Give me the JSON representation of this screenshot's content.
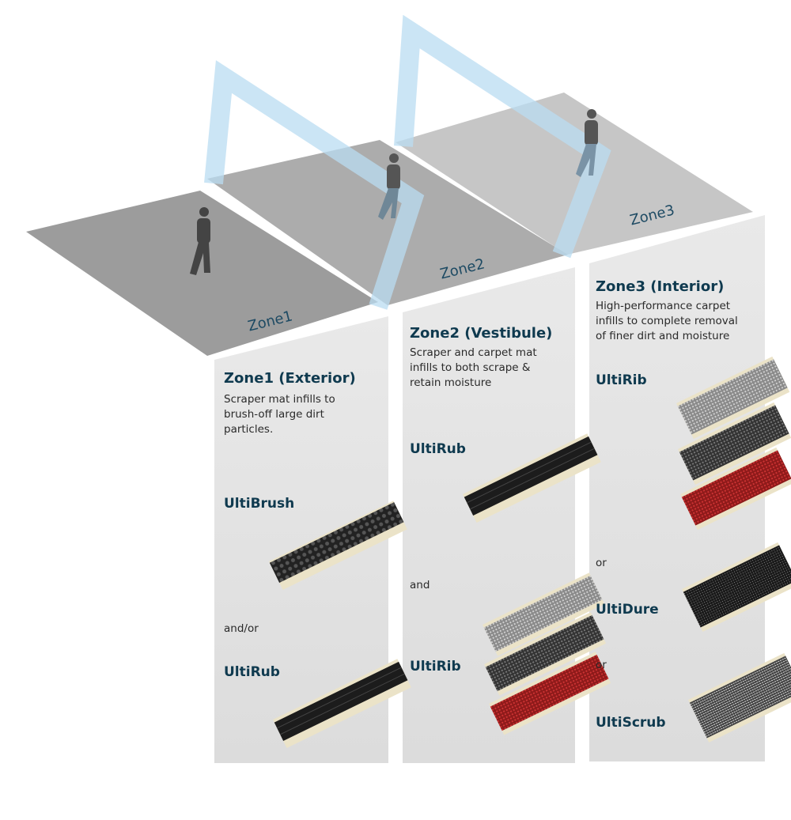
{
  "floors": [
    {
      "label": "Zone1"
    },
    {
      "label": "Zone2"
    },
    {
      "label": "Zone3"
    }
  ],
  "zones": [
    {
      "title": "Zone1 (Exterior)",
      "desc": [
        "Scraper mat infills to",
        "brush-off large dirt",
        "particles."
      ],
      "products": [
        "UltiBrush",
        "UltiRub"
      ],
      "connectors": [
        "and/or"
      ]
    },
    {
      "title": "Zone2 (Vestibule)",
      "desc": [
        "Scraper and carpet mat",
        "infills to both scrape &",
        "retain moisture"
      ],
      "products": [
        "UltiRub",
        "UltiRib"
      ],
      "connectors": [
        "and"
      ]
    },
    {
      "title": "Zone3 (Interior)",
      "desc": [
        "High-performance carpet",
        "infills to complete removal",
        "of finer dirt and moisture"
      ],
      "products": [
        "UltiRib",
        "UltiDure",
        "UltiScrub"
      ],
      "connectors": [
        "or",
        "or"
      ]
    }
  ],
  "colors": {
    "text": "#0f3a4f",
    "floor1": "#999999",
    "floor2": "#aaaaaa",
    "floor3": "#c4c4c4",
    "column": "#e6e6e6",
    "glass": "#b9dcf2"
  }
}
